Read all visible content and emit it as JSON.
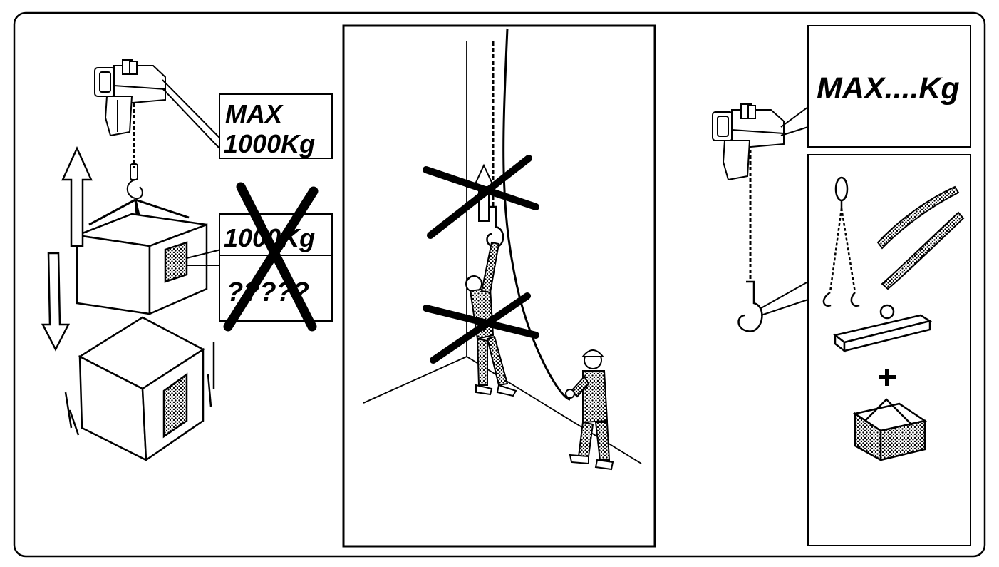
{
  "colors": {
    "ink": "#000000",
    "paper": "#ffffff",
    "halftone": "#8a8a8a"
  },
  "panel_left": {
    "capacity_label_line1": "MAX",
    "capacity_label_line2": "1000Kg",
    "load_label_top": "1000Kg",
    "load_label_bottom": "?????",
    "icons": [
      "electric-chain-hoist",
      "up-arrow",
      "down-arrow",
      "load-box",
      "falling-box",
      "cross-mark"
    ]
  },
  "panel_middle": {
    "icons": [
      "chain",
      "control-cable",
      "up-arrow",
      "hanging-person",
      "operator",
      "cross-mark",
      "cross-mark"
    ]
  },
  "panel_right": {
    "capacity_label": "MAX....Kg",
    "plus_sign": "+",
    "icons": [
      "electric-chain-hoist",
      "two-leg-chain-sling",
      "round-slings",
      "lifting-beam",
      "plus",
      "lifting-bag"
    ]
  }
}
